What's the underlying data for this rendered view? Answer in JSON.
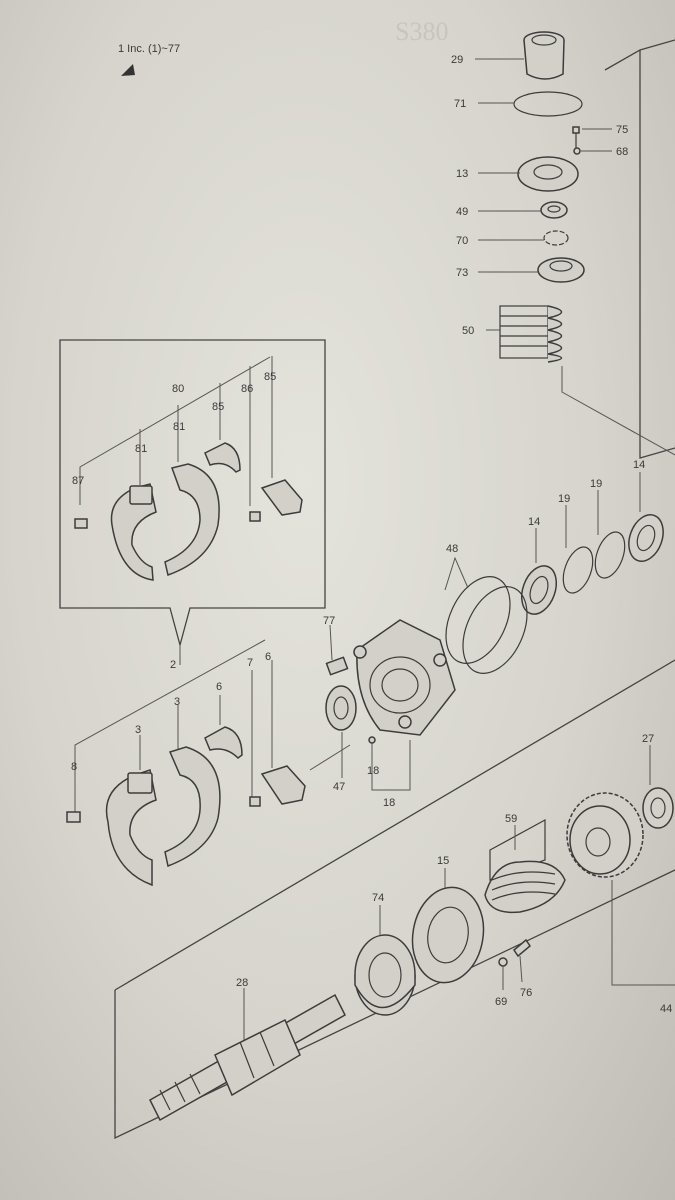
{
  "header": {
    "note": "1 Inc. (1)~77",
    "ghost_text": "S380"
  },
  "callouts": {
    "c29": "29",
    "c71": "71",
    "c75a": "75",
    "c68": "68",
    "c13": "13",
    "c49": "49",
    "c70": "70",
    "c73": "73",
    "c50": "50",
    "c80": "80",
    "c81a": "81",
    "c81b": "81",
    "c85a": "85",
    "c86": "86",
    "c85b": "85",
    "c87": "87",
    "c14a": "14",
    "c19a": "19",
    "c19b": "19",
    "c14b": "14",
    "c48": "48",
    "c77": "77",
    "c2": "2",
    "c3a": "3",
    "c3b": "3",
    "c6a": "6",
    "c7": "7",
    "c6b": "6",
    "c8": "8",
    "c47": "47",
    "c18a": "18",
    "c18b": "18",
    "c27": "27",
    "c59": "59",
    "c15": "15",
    "c74": "74",
    "c28": "28",
    "c69": "69",
    "c76": "76",
    "c44": "44"
  }
}
